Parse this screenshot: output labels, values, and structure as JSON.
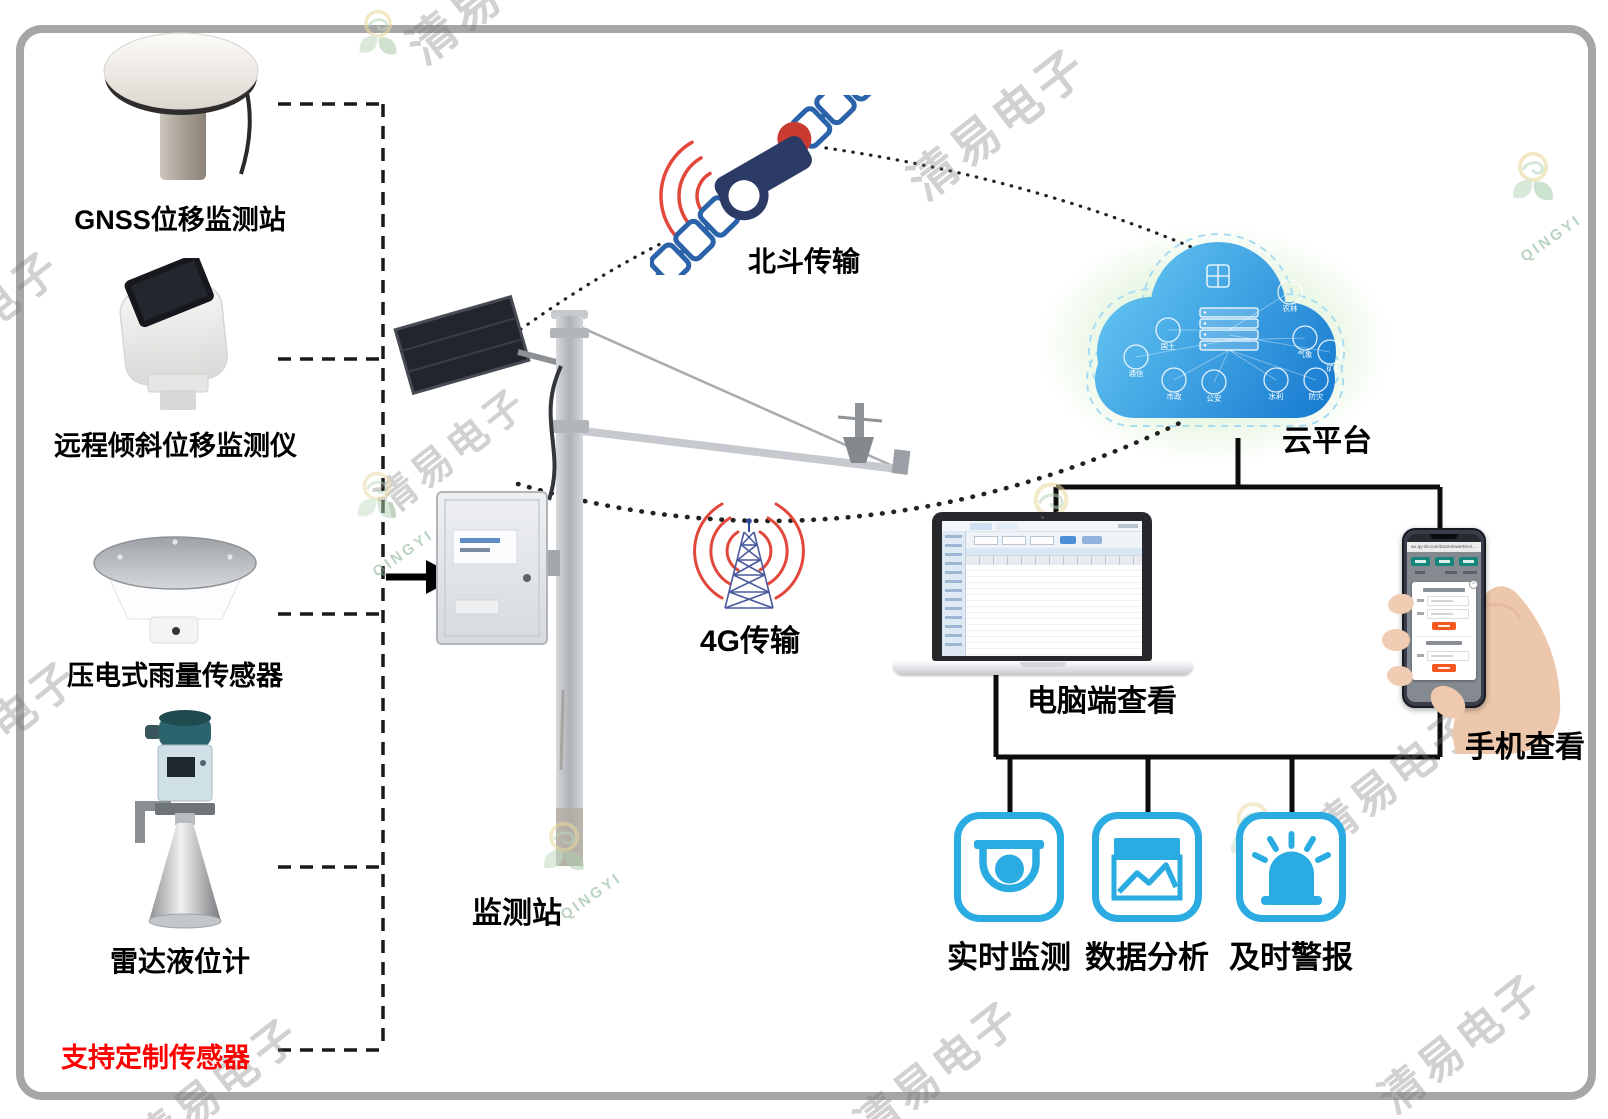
{
  "sensors": {
    "items": [
      {
        "label": "GNSS位移监测站"
      },
      {
        "label": "远程倾斜位移监测仪"
      },
      {
        "label": "压电式雨量传感器"
      },
      {
        "label": "雷达液位计"
      }
    ],
    "custom_label": "支持定制传感器"
  },
  "station": {
    "label": "监测站"
  },
  "links": {
    "beidou": "北斗传输",
    "cellular": "4G传输"
  },
  "cloud": {
    "label": "云平台",
    "sectors": [
      "国土",
      "通信",
      "市政",
      "公安",
      "水利",
      "防灾",
      "气象",
      "矿山",
      "农林"
    ]
  },
  "viewers": {
    "pc": "电脑端查看",
    "mobile": "手机查看"
  },
  "features": [
    {
      "label": "实时监测",
      "icon": "camera-icon"
    },
    {
      "label": "数据分析",
      "icon": "chart-icon"
    },
    {
      "label": "及时警报",
      "icon": "alarm-icon"
    }
  ],
  "phone_ui": {
    "url": "wx.qy-ds.com/DataViewerDevi..."
  },
  "watermark": {
    "variants": [
      "清易电子",
      "清易",
      "电子",
      "易电子",
      "QINGYI"
    ]
  },
  "colors": {
    "accent_blue": "#2aace3",
    "cloud_blue": "#1478cf",
    "signal_red": "#e2473c",
    "alert_red": "#fe0000",
    "teal_button": "#17857b",
    "orange_button": "#f4581f"
  }
}
